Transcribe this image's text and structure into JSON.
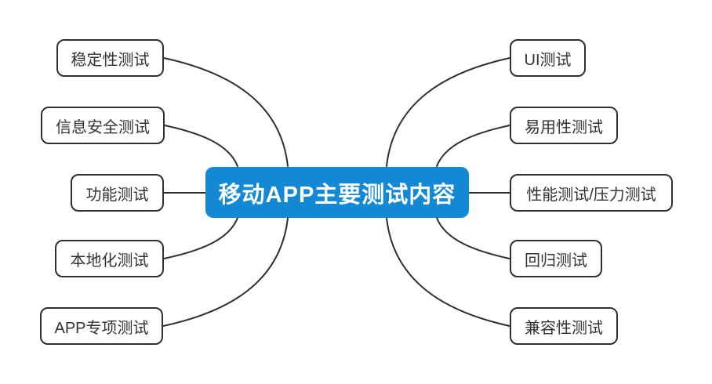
{
  "central_topic": {
    "label": "移动APP主要测试内容"
  },
  "left_branches": [
    {
      "label": "稳定性测试"
    },
    {
      "label": "信息安全测试"
    },
    {
      "label": "功能测试"
    },
    {
      "label": "本地化测试"
    },
    {
      "label": "APP专项测试"
    }
  ],
  "right_branches": [
    {
      "label": "UI测试"
    },
    {
      "label": "易用性测试"
    },
    {
      "label": "性能测试/压力测试"
    },
    {
      "label": "回归测试"
    },
    {
      "label": "兼容性测试"
    }
  ],
  "colors": {
    "central_bg": "#1289d2",
    "central_text": "#ffffff",
    "branch_bg": "#ffffff",
    "branch_border": "#2f2f2f",
    "branch_text": "#333333",
    "connector": "#2f2f2f",
    "canvas_bg": "#ffffff"
  }
}
